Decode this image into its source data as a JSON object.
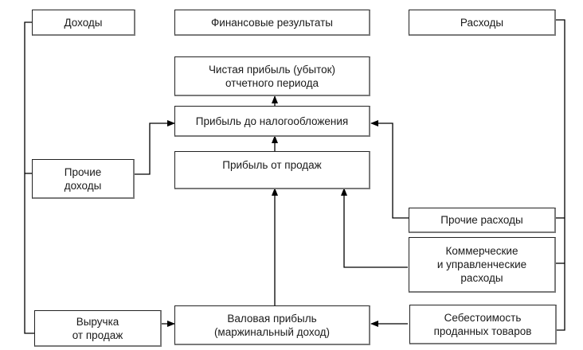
{
  "headers": {
    "income": "Доходы",
    "results": "Финансовые результаты",
    "expenses": "Расходы"
  },
  "results": {
    "net_profit": [
      "Чистая прибыль (убыток)",
      "отчетного периода"
    ],
    "pretax_profit": "Прибыль до налогообложения",
    "sales_profit": "Прибыль от продаж",
    "gross_profit": [
      "Валовая прибыль",
      "(маржинальный доход)"
    ]
  },
  "income": {
    "other_income": [
      "Прочие",
      "доходы"
    ],
    "revenue": [
      "Выручка",
      "от продаж"
    ]
  },
  "expenses": {
    "other_expenses": "Прочие расходы",
    "commercial_admin": [
      "Коммерческие",
      "и управленческие",
      "расходы"
    ],
    "cost_of_goods": [
      "Себестоимость",
      "проданных товаров"
    ]
  },
  "colors": {
    "line": "#000000",
    "box_shadow": "#7a7a7a"
  }
}
